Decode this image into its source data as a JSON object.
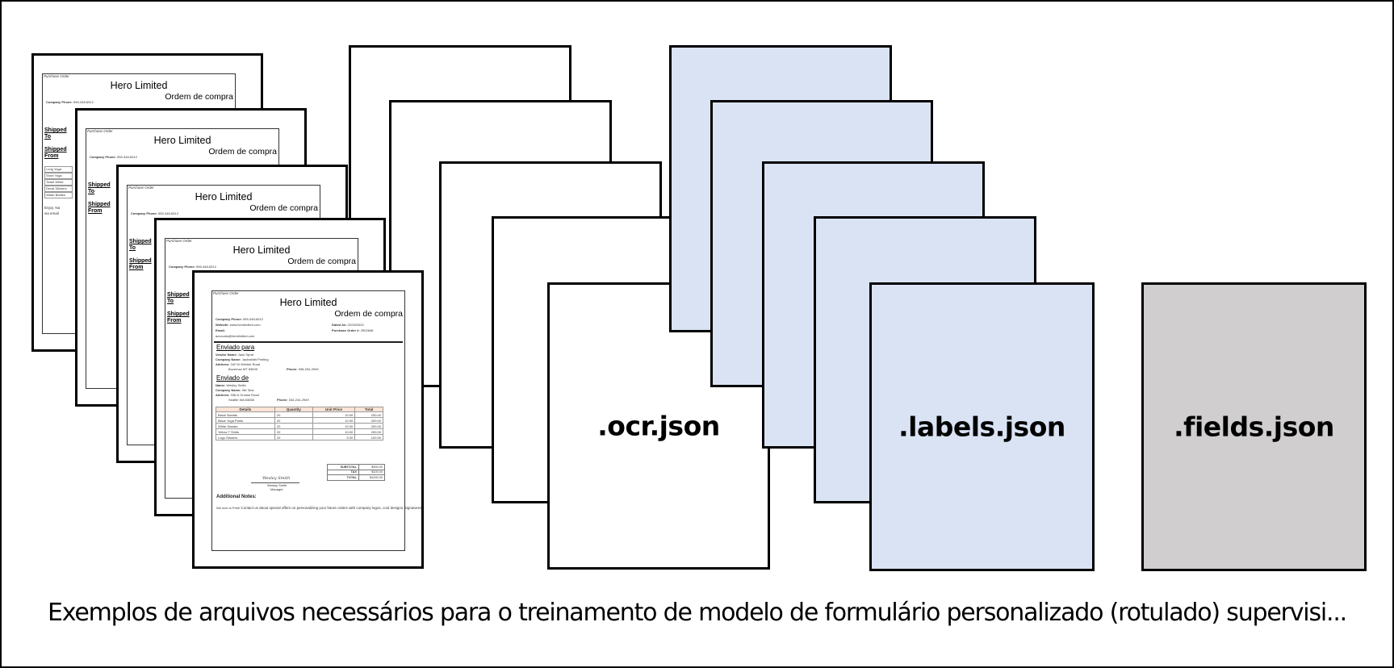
{
  "colors": {
    "labels_fill": "#dae3f3",
    "fields_fill": "#d0cece",
    "ocr_fill": "#ffffff",
    "border": "#000000",
    "table_header": "#fbe4d5"
  },
  "file_labels": {
    "ocr": ".ocr.json",
    "labels": ".labels.json",
    "fields": ".fields.json"
  },
  "caption": "Exemplos de arquivos necessários para o treinamento de modelo de formulário personalizado (rotulado) supervisi...",
  "purchase_order": {
    "doc_type": "Purchase Order",
    "company": "Hero Limited",
    "title": "Ordem de compra",
    "company_phone_label": "Company Phone:",
    "company_phone": "555-348-6512",
    "website_label": "Website:",
    "website": "www.herolimited.com",
    "email_label": "Email:",
    "email": "accounts@herolimited.com",
    "dated_as_label": "Dated As:",
    "dated_as": "02/09/2020",
    "po_number_label": "Purchase Order #:",
    "po_number": "2902848",
    "ship_to_heading": "Enviado para",
    "vendor_name_label": "Vendor Name:",
    "vendor_name": "Jack Sprat",
    "company_name_label": "Company Name:",
    "ship_to_company": "Jackrabbit Printing",
    "address_label": "Address:",
    "ship_to_address1": "342 W Wrinkle Road",
    "ship_to_address2": "Bozeman MT 83839",
    "phone_label": "Phone:",
    "ship_to_phone": "938-294-2949",
    "ship_from_heading": "Enviado de",
    "name_label": "Name:",
    "ship_from_name": "Wesley Smith",
    "ship_from_company": "We Sew",
    "ship_from_address1": "938 N Grosse Road",
    "ship_from_address2": "Seattle WA 83838",
    "ship_from_phone": "334-244-2949",
    "table_headers": [
      "Details",
      "Quantity",
      "Unit Price",
      "Total"
    ],
    "items": [
      [
        "Black Sweats",
        "20",
        "10.00",
        "200.00"
      ],
      [
        "Black Yoga Pants",
        "20",
        "10.00",
        "200.00"
      ],
      [
        "White Sweats",
        "20",
        "10.00",
        "200.00"
      ],
      [
        "Yellow T Shirts",
        "20",
        "10.00",
        "200.00"
      ],
      [
        "Logo Stickers",
        "20",
        "5.00",
        "100.00"
      ]
    ],
    "totals": [
      [
        "SUBTOTAL",
        "$900.00"
      ],
      [
        "TAX",
        "$100.00"
      ],
      [
        "TOTAL",
        "$1000.00"
      ]
    ],
    "signature": "Wesley Smith",
    "signer_name": "Wesley Smith",
    "signer_title": "Manager",
    "notes_heading": "Additional Notes:",
    "notes_prefix": "We love to Print!",
    "notes": "Contact us about special offers on personalizing your future orders with company logos, cool designs, signatures, or pictures!  We can put anything on clothing and look forward to you being a return customer!"
  },
  "back_documents": [
    {
      "ship_to_heading": "Shipped To",
      "ship_from_heading": "Shipped From",
      "items": [
        "Long Yoga",
        "Short Yoga",
        "Towel White",
        "Decal Stickers",
        "Water Bottles"
      ],
      "notes_prefix": "Enjoy. Na",
      "notes": "via email"
    },
    {
      "ship_to_heading": "Shipped To",
      "ship_from_heading": "Shipped From"
    },
    {
      "ship_to_heading": "Shipped To",
      "ship_from_heading": "Shipped From"
    },
    {
      "ship_to_heading": "Shipped To",
      "ship_from_heading": "Shipped From"
    }
  ]
}
